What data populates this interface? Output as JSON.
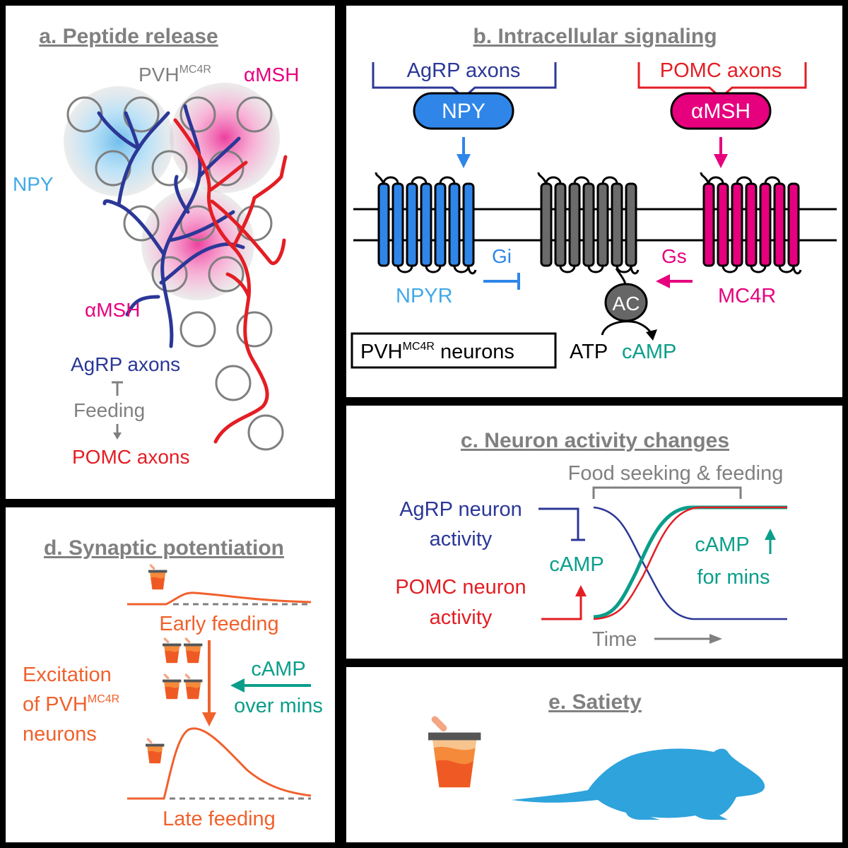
{
  "colors": {
    "npy": "#41a9e6",
    "npy_blue": "#2f86e8",
    "agrp": "#2b3797",
    "pomc": "#e31e24",
    "msh": "#e6007e",
    "gray": "#808080",
    "teal": "#0a9e8a",
    "orange": "#f0612c",
    "mouse": "#2ea3dc"
  },
  "panel_a": {
    "title": "a. Peptide release",
    "label_pvh": "PVH",
    "label_pvh_sup": "MC4R",
    "label_amsh_top": "αMSH",
    "label_npy": "NPY",
    "label_amsh_bottom": "αMSH",
    "label_agrp_axons": "AgRP axons",
    "label_feeding": "Feeding",
    "label_pomc_axons": "POMC axons"
  },
  "panel_b": {
    "title": "b. Intracellular signaling",
    "agrp_axons": "AgRP axons",
    "npy": "NPY",
    "pomc_axons": "POMC axons",
    "amsh": "αMSH",
    "gi": "Gi",
    "gs": "Gs",
    "npyr": "NPYR",
    "mc4r": "MC4R",
    "ac": "AC",
    "atp": "ATP",
    "camp": "cAMP",
    "neurons_pre": "PVH",
    "neurons_sup": "MC4R",
    "neurons_post": " neurons"
  },
  "panel_c": {
    "title": "c. Neuron activity changes",
    "food_seeking": "Food seeking & feeding",
    "agrp_activity_1": "AgRP neuron",
    "agrp_activity_2": "activity",
    "pomc_activity_1": "POMC neuron",
    "pomc_activity_2": "activity",
    "camp": "cAMP",
    "camp_up_1": "cAMP",
    "camp_up_2": "for mins",
    "time": "Time"
  },
  "panel_d": {
    "title": "d. Synaptic potentiation",
    "early_feeding": "Early feeding",
    "late_feeding": "Late feeding",
    "excitation_1": "Excitation",
    "excitation_2_pre": "of PVH",
    "excitation_2_sup": "MC4R",
    "excitation_3": "neurons",
    "camp": "cAMP",
    "over_mins": "over mins"
  },
  "panel_e": {
    "title": "e. Satiety"
  }
}
